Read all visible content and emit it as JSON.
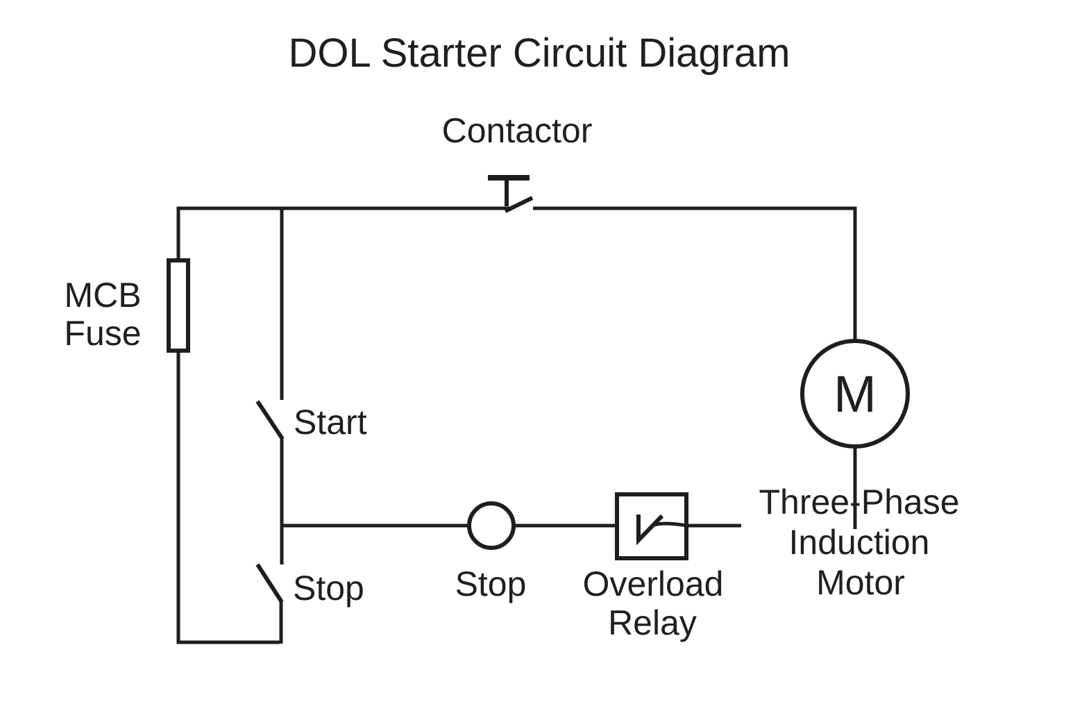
{
  "title": "DOL Starter Circuit Diagram",
  "components": {
    "contactor": {
      "label": "Contactor"
    },
    "mcb_fuse": {
      "label_line1": "MCB",
      "label_line2": "Fuse"
    },
    "start_switch": {
      "label": "Start"
    },
    "stop_switch": {
      "label": "Stop"
    },
    "stop_button": {
      "label": "Stop"
    },
    "overload_relay": {
      "label_line1": "Overload",
      "label_line2": "Relay"
    },
    "motor": {
      "symbol_letter": "M",
      "label_line1": "Three-Phase",
      "label_line2": "Induction",
      "label_line3": "Motor"
    }
  },
  "colors": {
    "line": "#1e1e1e",
    "text": "#1f1f1f",
    "background": "#ffffff"
  }
}
